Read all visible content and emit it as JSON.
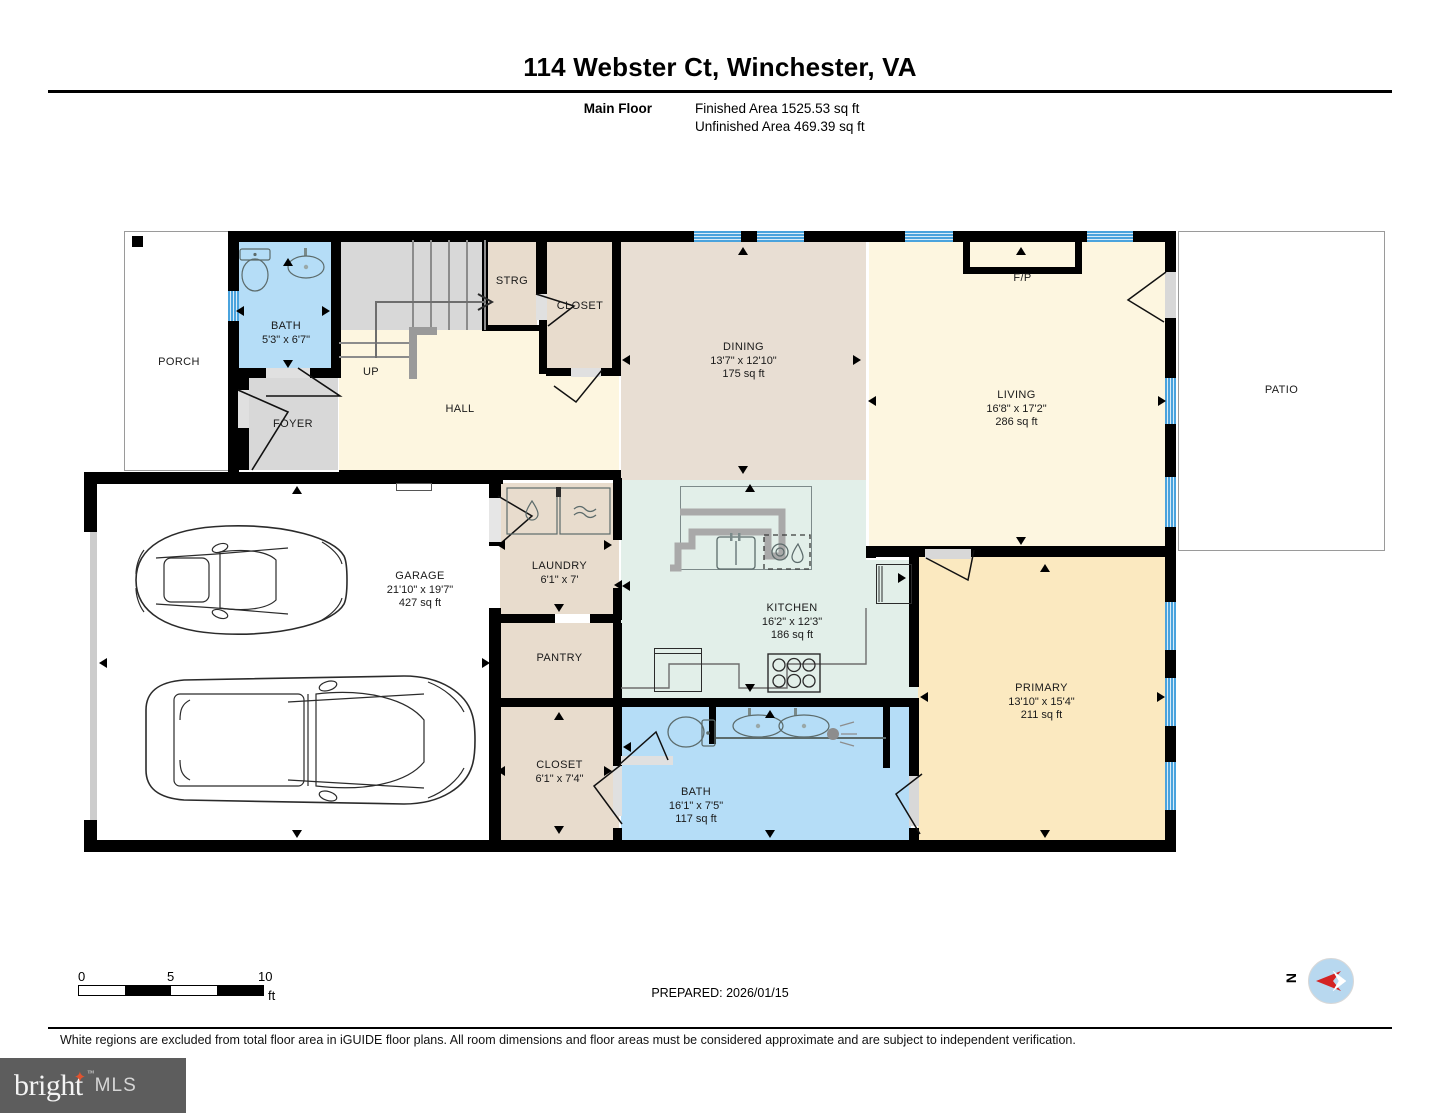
{
  "header": {
    "title": "114 Webster Ct, Winchester, VA",
    "floor_label": "Main Floor",
    "finished_area": "Finished Area 1525.53 sq ft",
    "unfinished_area": "Unfinished Area 469.39 sq ft"
  },
  "rooms": {
    "porch": {
      "name": "PORCH"
    },
    "bath_half": {
      "name": "BATH",
      "dim": "5'3\" x 6'7\""
    },
    "foyer": {
      "name": "FOYER"
    },
    "hall": {
      "name": "HALL"
    },
    "up": {
      "name": "UP"
    },
    "strg": {
      "name": "STRG"
    },
    "closet_entry": {
      "name": "CLOSET"
    },
    "dining": {
      "name": "DINING",
      "dim": "13'7\" x 12'10\"",
      "area": "175 sq ft"
    },
    "living": {
      "name": "LIVING",
      "dim": "16'8\" x 17'2\"",
      "area": "286 sq ft"
    },
    "fp": {
      "name": "F/P"
    },
    "patio": {
      "name": "PATIO"
    },
    "garage": {
      "name": "GARAGE",
      "dim": "21'10\" x 19'7\"",
      "area": "427 sq ft"
    },
    "laundry": {
      "name": "LAUNDRY",
      "dim": "6'1\" x 7'"
    },
    "pantry": {
      "name": "PANTRY"
    },
    "closet_bed": {
      "name": "CLOSET",
      "dim": "6'1\" x 7'4\""
    },
    "kitchen": {
      "name": "KITCHEN",
      "dim": "16'2\" x 12'3\"",
      "area": "186 sq ft"
    },
    "bath_main": {
      "name": "BATH",
      "dim": "16'1\" x 7'5\"",
      "area": "117 sq ft"
    },
    "primary": {
      "name": "PRIMARY",
      "dim": "13'10\" x 15'4\"",
      "area": "211 sq ft"
    }
  },
  "footer": {
    "scale_0": "0",
    "scale_5": "5",
    "scale_10": "10",
    "scale_unit": "ft",
    "prepared": "PREPARED: 2026/01/15",
    "compass_n": "N",
    "disclaimer": "White regions are excluded from total floor area in iGUIDE floor plans. All room dimensions and floor areas must be considered approximate and are subject to independent verification.",
    "brand_name": "bright",
    "brand_tm": "™",
    "brand_mls": "MLS"
  },
  "colors": {
    "wall": "#000000",
    "window": "#4aa3dd",
    "dining_fill": "#e8ded3",
    "living_fill": "#fdf6e0",
    "kitchen_fill": "#e2efe9",
    "bath_fill": "#b5ddf7",
    "closet_fill": "#e8dccd",
    "hall_fill": "#fdf6e0",
    "foyer_fill": "#d8d8d8",
    "primary_fill": "#fbe9c0",
    "excluded_fill": "#ffffff"
  }
}
